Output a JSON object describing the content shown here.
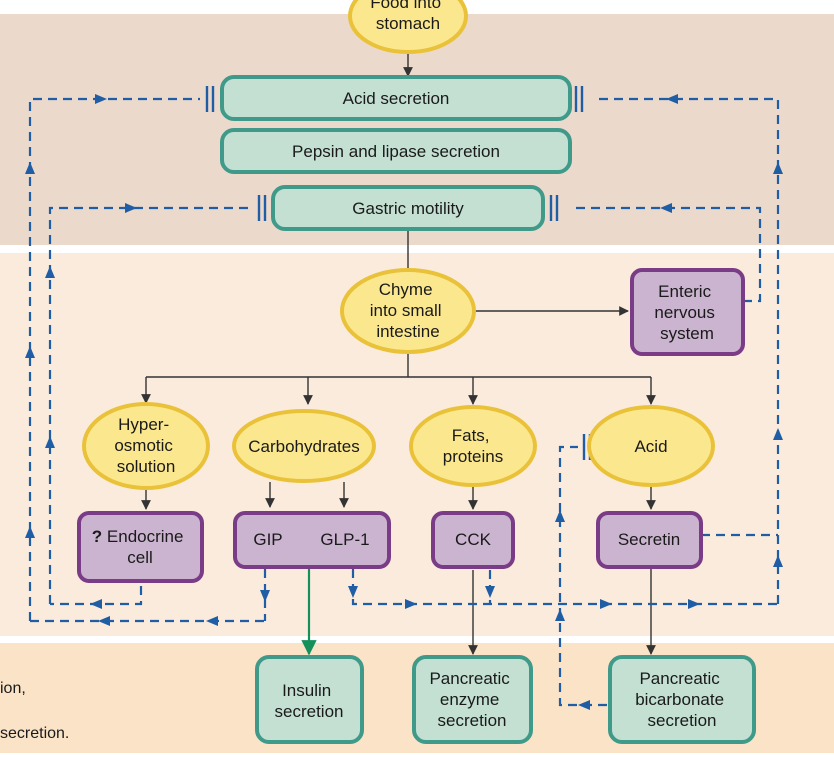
{
  "colors": {
    "stomach_band": "#ebd9cc",
    "intestine_band": "#fbebdd",
    "output_band": "#fae3c6",
    "teal_fill": "#c3e0d2",
    "teal_stroke": "#3f9a8a",
    "yellow_fill": "#fbe88e",
    "yellow_stroke": "#e9c23a",
    "purple_fill": "#cbb4cf",
    "purple_stroke": "#7a3c87",
    "dashed_blue": "#1f5ea4",
    "solid_line": "#333333",
    "green_arrow": "#14905a"
  },
  "nodes": {
    "food": [
      "Food into",
      "stomach"
    ],
    "acid_secretion": [
      "Acid secretion"
    ],
    "pepsin_lipase": [
      "Pepsin and lipase secretion"
    ],
    "gastric_motility": [
      "Gastric motility"
    ],
    "chyme": [
      "Chyme",
      "into small",
      "intestine"
    ],
    "enteric": [
      "Enteric",
      "nervous",
      "system"
    ],
    "hyperosmotic": [
      "Hyper-",
      "osmotic",
      "solution"
    ],
    "carbohydrates": [
      "Carbohydrates"
    ],
    "fats_proteins": [
      "Fats,",
      "proteins"
    ],
    "acid": [
      "Acid"
    ],
    "endocrine_q": "?",
    "endocrine": [
      "Endocrine",
      "cell"
    ],
    "gip": [
      "GIP"
    ],
    "glp1": [
      "GLP-1"
    ],
    "cck": [
      "CCK"
    ],
    "secretin": [
      "Secretin"
    ],
    "insulin": [
      "Insulin",
      "secretion"
    ],
    "pancreatic_enzyme": [
      "Pancreatic",
      "enzyme",
      "secretion"
    ],
    "pancreatic_bicarb": [
      "Pancreatic",
      "bicarbonate",
      "secretion"
    ]
  },
  "side_text": [
    "ion,",
    "secretion."
  ]
}
